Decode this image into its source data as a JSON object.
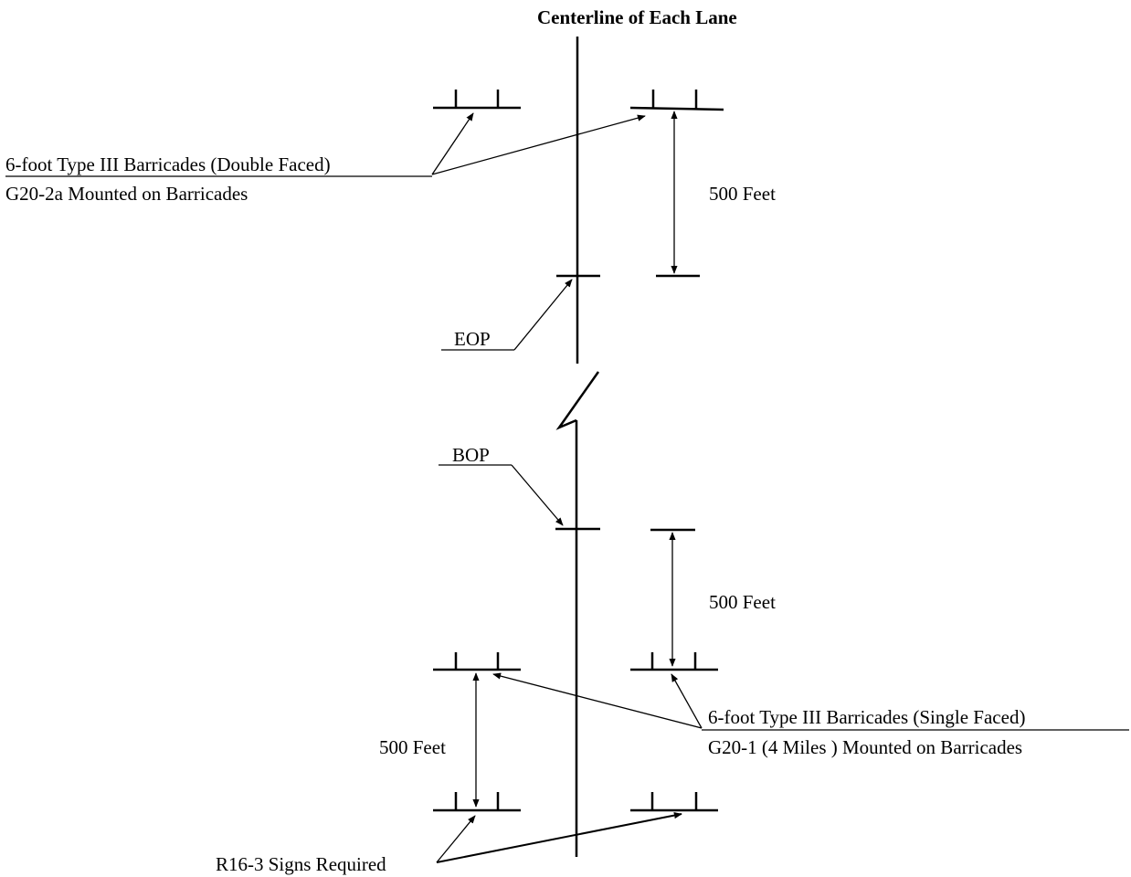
{
  "title": "Centerline of Each Lane",
  "labels": {
    "double_faced_line1": "6-foot  Type III Barricades (Double Faced)",
    "double_faced_line2": "G20-2a Mounted on Barricades",
    "distance_top": "500 Feet",
    "eop": "EOP",
    "bop": "BOP",
    "distance_middle": "500 Feet",
    "single_faced_line1": "6-foot  Type III Barricades (Single Faced)",
    "single_faced_line2": "G20-1 (4 Miles ) Mounted on Barricades",
    "distance_bottom": "500 Feet",
    "r16_signs": "R16-3 Signs Required"
  },
  "colors": {
    "ink": "#000000",
    "background": "#ffffff"
  }
}
